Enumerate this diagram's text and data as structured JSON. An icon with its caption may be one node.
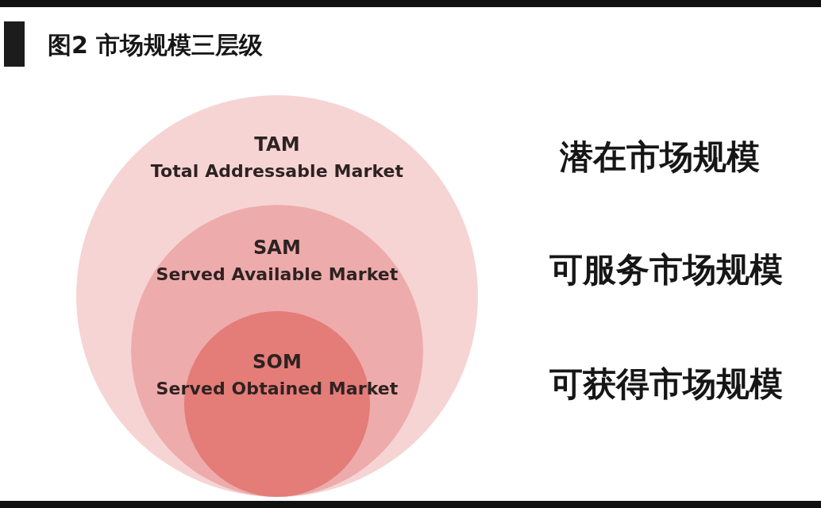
{
  "diagram": {
    "title": "图2 市场规模三层级",
    "nodes": [
      {
        "text": [
          "TAM",
          "Total Addressable Market"
        ]
      },
      {
        "text": [
          "SAM",
          "Served Available Market"
        ],
        "in": 0
      },
      {
        "text": [
          "SOM",
          "Served Obtained Market"
        ],
        "in": 1
      }
    ],
    "labels": [
      "潜在市场规模",
      "可服务市场规模",
      "可获得市场规模"
    ]
  }
}
